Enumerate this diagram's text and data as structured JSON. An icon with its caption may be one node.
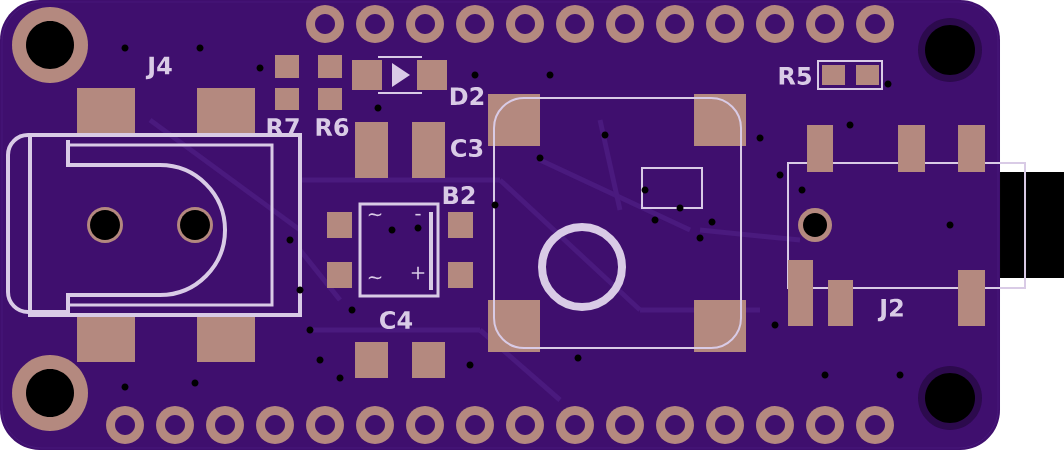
{
  "diagram": {
    "labels": [
      "J4",
      "R5",
      "D2",
      "R7",
      "R6",
      "C3",
      "B2",
      "~",
      "-",
      "+",
      "~",
      "C4",
      "J2"
    ]
  }
}
